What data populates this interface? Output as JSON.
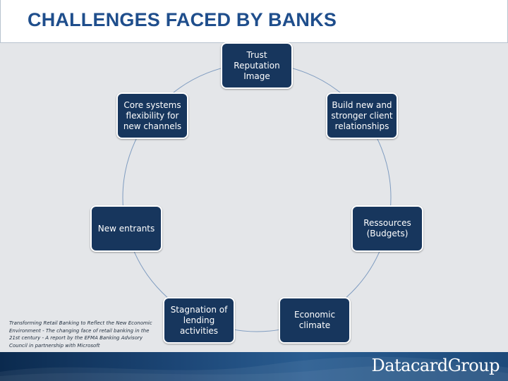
{
  "slide": {
    "title": "CHALLENGES FACED BY BANKS"
  },
  "cycle": {
    "nodes": [
      {
        "id": "trust",
        "label": "Trust Reputation Image"
      },
      {
        "id": "build",
        "label": "Build new and stronger client relationships"
      },
      {
        "id": "ressources",
        "label": "Ressources (Budgets)"
      },
      {
        "id": "economic",
        "label": "Economic climate"
      },
      {
        "id": "stagnation",
        "label": "Stagnation of lending activities"
      },
      {
        "id": "entrants",
        "label": "New entrants"
      },
      {
        "id": "core",
        "label": "Core systems flexibility for new channels"
      }
    ]
  },
  "footnote": "Transforming Retail Banking to Reflect the New Economic Environment - The changing face of retail banking in the 21st century -  A report by the EFMA Banking Advisory Council in partnership with Microsoft",
  "logo": {
    "text": "DatacardGroup"
  },
  "colors": {
    "title": "#1f4e8c",
    "node_fill": "#17365d",
    "ring_stroke": "#7f9cc0",
    "background": "#e4e6e9"
  }
}
